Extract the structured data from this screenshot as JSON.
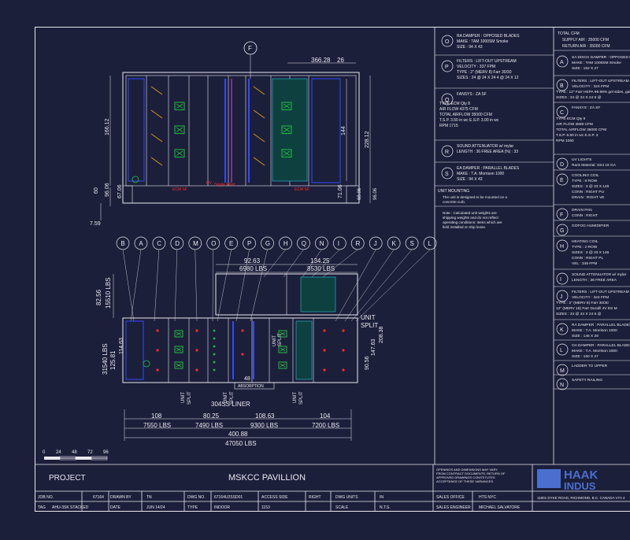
{
  "project": {
    "label": "PROJECT",
    "name": "MSKCC PAVILLION"
  },
  "titleblock": {
    "job_no_label": "JOB NO.",
    "job_no": "67164",
    "drawn_by_label": "DRAWN BY",
    "drawn_by": "TN",
    "dwg_no_label": "DWG NO.",
    "dwg_no": "67164U2SSD01",
    "access_side_label": "ACCESS SIDE",
    "access_side": "RIGHT",
    "dwg_units_label": "DWG UNITS",
    "dwg_units": "IN",
    "tag_label": "TAG",
    "tag": "AHU-3SK STACKED",
    "date_label": "DATE",
    "date": "JUN 14/24",
    "type_label": "TYPE",
    "type": "INDOOR",
    "access_val": "1153",
    "scale_label": "SCALE",
    "scale": "N.T.S.",
    "sales_office_label": "SALES OFFICE",
    "sales_office": "HTS NYC",
    "sales_engineer_label": "SALES ENGINEER",
    "sales_engineer": "MICHAEL SALVATORE",
    "note": "OPENINGS AND DIMENSIONS MAY VARY FROM CONTRACT DOCUMENTS. RETURN OF APPROVED DRAWINGS CONSTITUTES ACCEPTANCE OF THESE VARIANCES.",
    "address": "11801 DYKE ROAD, RICHMOND, B.C. CANADA V7A 4",
    "logo_line1": "HAAK",
    "logo_line2": "INDUS"
  },
  "scale_bar": [
    "0",
    "24",
    "48",
    "72",
    "96"
  ],
  "legend_mid": {
    "O": {
      "letter": "O",
      "lines": [
        "RA DAMPER : OPPOSED BLADES",
        "MAKE : TAM 1000SM Smoke",
        "SIZE : 94 X 43"
      ]
    },
    "P": {
      "letter": "P",
      "lines": [
        "FILTERS : LIFT-OUT UPSTREAM",
        "VELOCITY : 337 FPM",
        "TYPE : 2\" (MERV 8) Farr 30/30",
        "SIZES : 24 @ 24 X 24        4 @ 24 X 12"
      ]
    },
    "Q": {
      "letter": "Q",
      "title": "FANSYS : ZA SF",
      "lines": [
        "TYPE  ECM                 Qty  8",
        "AIR FLOW  4375 CFM",
        "TOTAL AIRFLOW  35000 CFM",
        "T.S.P.  3.50 in wc      E.S.P.  3.00 in wc",
        "RPM  1715"
      ]
    },
    "R": {
      "letter": "R",
      "lines": [
        "SOUND ATTENUATOR w/ mylar",
        "LENGTH : 36     FREE AREA (%) :    33"
      ]
    },
    "S": {
      "letter": "S",
      "lines": [
        "EA DAMPER : PARALLEL BLADES",
        "MAKE : T.A. Morrison 1000",
        "SIZE : 94 X 43"
      ]
    },
    "unit_mounting_title": "UNIT MOUNTING",
    "unit_mounting": "The unit is designed to be mounted on a concrete curb.",
    "weights_note": "Note : Calculated unit weights are shipping weights and do not reflect operating conditions; items which are field installed or ship loose."
  },
  "legend_right": {
    "total_cfm": "TOTAL CFM",
    "supply": "SUPPLY AIR : 35000 CFM",
    "return": "RETURN AIR : 35000 CFM",
    "items": [
      {
        "letter": "A",
        "lines": [
          "SA DISCH DAMPER : OPPOSED B",
          "MAKE : TAM 1000SM Smoke",
          "SIZE : 152 X 27"
        ]
      },
      {
        "letter": "B",
        "lines": [
          "FILTERS : LIFT-OUT UPSTREAM",
          "VELOCITY : 324 FPM",
          "TYPE : 12\" Farr HEPA 99.99% gel sides, gali",
          "SIZES : 24 @ 24 X 24         6 @"
        ]
      },
      {
        "letter": "C",
        "lines": [
          "FANSYS : ZA SF",
          "",
          "TYPE  ECM              Qty  9",
          "AIR FLOW  3889 CFM",
          "TOTAL AIRFLOW  35000 CFM",
          "T.S.P.  6.50 in wc     E.S.P.  3",
          "RPM  1060"
        ]
      },
      {
        "letter": "D",
        "lines": [
          "UV LIGHTS",
          "Rack Material: SS4 16 GA"
        ]
      },
      {
        "letter": "E",
        "lines": [
          "COOLING COIL",
          "TYPE : 8 ROW",
          "SIZES : 3 @ 33 X 146",
          "CONN : RIGHT           PU",
          "DRAIN : RIGHT           VE"
        ]
      },
      {
        "letter": "F",
        "lines": [
          "DRAIN PAN",
          "CONN : RIGHT"
        ]
      },
      {
        "letter": "G",
        "lines": [
          "GOFOG HUMIDIFIER"
        ]
      },
      {
        "letter": "H",
        "lines": [
          "HEATING COIL",
          "TYPE : 2 ROW",
          "SIZES : 3 @ 33 X 146",
          "CONN : RIGHT           PL",
          "VEL : 349 FPM"
        ]
      },
      {
        "letter": "I",
        "lines": [
          "SOUND ATTENUATOR w/ mylar",
          "LENGTH : 36     FREE AREA"
        ]
      },
      {
        "letter": "J",
        "lines": [
          "FILTERS : LIFT-OUT UPSTREAM",
          "VELOCITY : 324 FPM",
          "TYPE : 2\" (MERV 8) Farr 30/30",
          "12\" (MERV 16) Farr Durafil 4V ES M",
          "SIZES : 24 @ 24 X 24         6 @"
        ]
      },
      {
        "letter": "K",
        "lines": [
          "RA DAMPER : PARALLEL BLADES",
          "MAKE : T.A. Morrison 1000",
          "SIZE : 146 X 28"
        ]
      },
      {
        "letter": "L",
        "lines": [
          "OA DAMPER : PARALLEL BLADES",
          "MAKE : T.A. Morrison 1000",
          "SIZE : 150 X 27"
        ]
      },
      {
        "letter": "M",
        "lines": [
          "LADDER TO UPPER"
        ]
      },
      {
        "letter": "N",
        "lines": [
          "SAFETY RAILING"
        ]
      }
    ]
  },
  "drawing": {
    "tag_F": "F",
    "dims_top": {
      "d366": "366.28",
      "d26": "26",
      "d166": "166.12",
      "d144": "144",
      "d228": "228.12",
      "d96a": "96.06",
      "d60": "60",
      "d67": "67.06",
      "d7_59": "7.59",
      "d71": "71.06",
      "d68": "68.06",
      "d96b": "96.06"
    },
    "top_labels": {
      "ecm8": "ECM SF",
      "sp": "Single Point",
      "ecm9": "ECM SF",
      "uv": "UV"
    },
    "tags_row": [
      "B",
      "A",
      "C",
      "D",
      "M",
      "O",
      "E",
      "P",
      "G",
      "H",
      "Q",
      "N",
      "I",
      "R",
      "J",
      "K",
      "S",
      "L"
    ],
    "upper": {
      "w1": "92.63",
      "lbs1": "6980 LBS",
      "w2": "134.25",
      "lbs2": "8530 LBS",
      "h1": "82.56",
      "lbs3": "15510 LBS"
    },
    "lower": {
      "h2": "125.81",
      "h3": "31540 LBS",
      "h4": "147.63",
      "h5": "208.38",
      "h6": "90.56",
      "h7": "114.63",
      "unit": "UNIT",
      "split": "SPLIT",
      "absorption_w": "48",
      "absorption": "ABSORPTION",
      "liner": "304SS LINER",
      "s108": "108",
      "s80": "80.25",
      "s108b": "108.63",
      "s104": "104",
      "l1": "7550 LBS",
      "l2": "7490 LBS",
      "l3": "9300 LBS",
      "l4": "7200 LBS",
      "total_len": "400.88",
      "total_lbs": "47050 LBS"
    }
  },
  "colors": {
    "bg": "#1c1f3a",
    "line": "#e8e8ee",
    "cyan": "#29c7d8",
    "blue": "#2f4bff",
    "green": "#20c040",
    "red": "#ff2a2a",
    "orange": "#e0a020",
    "magenta": "#e040e0"
  }
}
